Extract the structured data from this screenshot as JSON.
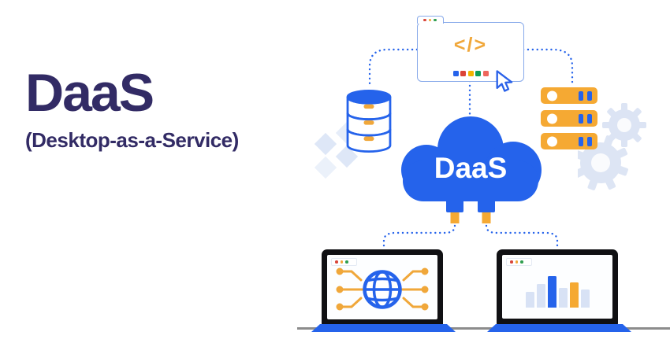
{
  "title": {
    "heading": "DaaS",
    "subheading": "(Desktop-as-a-Service)"
  },
  "cloud": {
    "label": "DaaS"
  },
  "browser_window": {
    "code_glyph": "</>",
    "tab_dots": [
      "#D9453A",
      "#F0A73A",
      "#2F9E4F"
    ],
    "pixel_row": [
      "#2563EB",
      "#DB4437",
      "#F4B400",
      "#0F9D58",
      "#EE675C"
    ]
  },
  "laptop_left": {
    "tab_dots": [
      "#D9453A",
      "#F0A73A",
      "#2F9E4F"
    ],
    "screen_content": "globe-network"
  },
  "laptop_right": {
    "tab_dots": [
      "#D9453A",
      "#F0A73A",
      "#2F9E4F"
    ],
    "bar_chart": {
      "type": "bar",
      "values": [
        20,
        30,
        40,
        25,
        32,
        23
      ],
      "colors": [
        "#D8E2F5",
        "#D8E2F5",
        "#2563EB",
        "#D8E2F5",
        "#F5A933",
        "#D8E2F5"
      ]
    }
  },
  "colors": {
    "primary_blue": "#2563EB",
    "accent_orange": "#F5A933",
    "heading_navy": "#322B65",
    "decor_light_blue": "#DEE7F7",
    "window_border": "#87A9EA",
    "desk_line": "#8C8C8C"
  }
}
